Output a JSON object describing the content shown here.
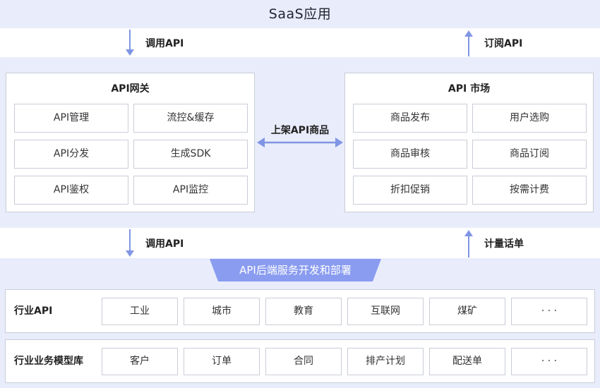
{
  "top": {
    "title": "SaaS应用"
  },
  "arrows": {
    "call_api_top": "调用API",
    "subscribe_api": "订阅API",
    "list_goods": "上架API商品",
    "call_api_bottom": "调用API",
    "metering": "计量话单"
  },
  "gateway": {
    "title": "API网关",
    "items": [
      "API管理",
      "流控&缓存",
      "API分发",
      "生成SDK",
      "API鉴权",
      "API监控"
    ]
  },
  "market": {
    "title": "API 市场",
    "items": [
      "商品发布",
      "用户选购",
      "商品审核",
      "商品订阅",
      "折扣促销",
      "按需计费"
    ]
  },
  "backend": {
    "title": "API后端服务开发和部署"
  },
  "industry_api": {
    "label": "行业API",
    "items": [
      "工业",
      "城市",
      "教育",
      "互联网",
      "煤矿",
      "· · ·"
    ]
  },
  "industry_models": {
    "label": "行业业务模型库",
    "items": [
      "客户",
      "订单",
      "合同",
      "排产计划",
      "配送单",
      "· · ·"
    ]
  },
  "colors": {
    "band": "#e9ecfb",
    "arrow": "#8095e4",
    "ribbon": "#8a9cf0",
    "border": "#c9cdd6"
  }
}
